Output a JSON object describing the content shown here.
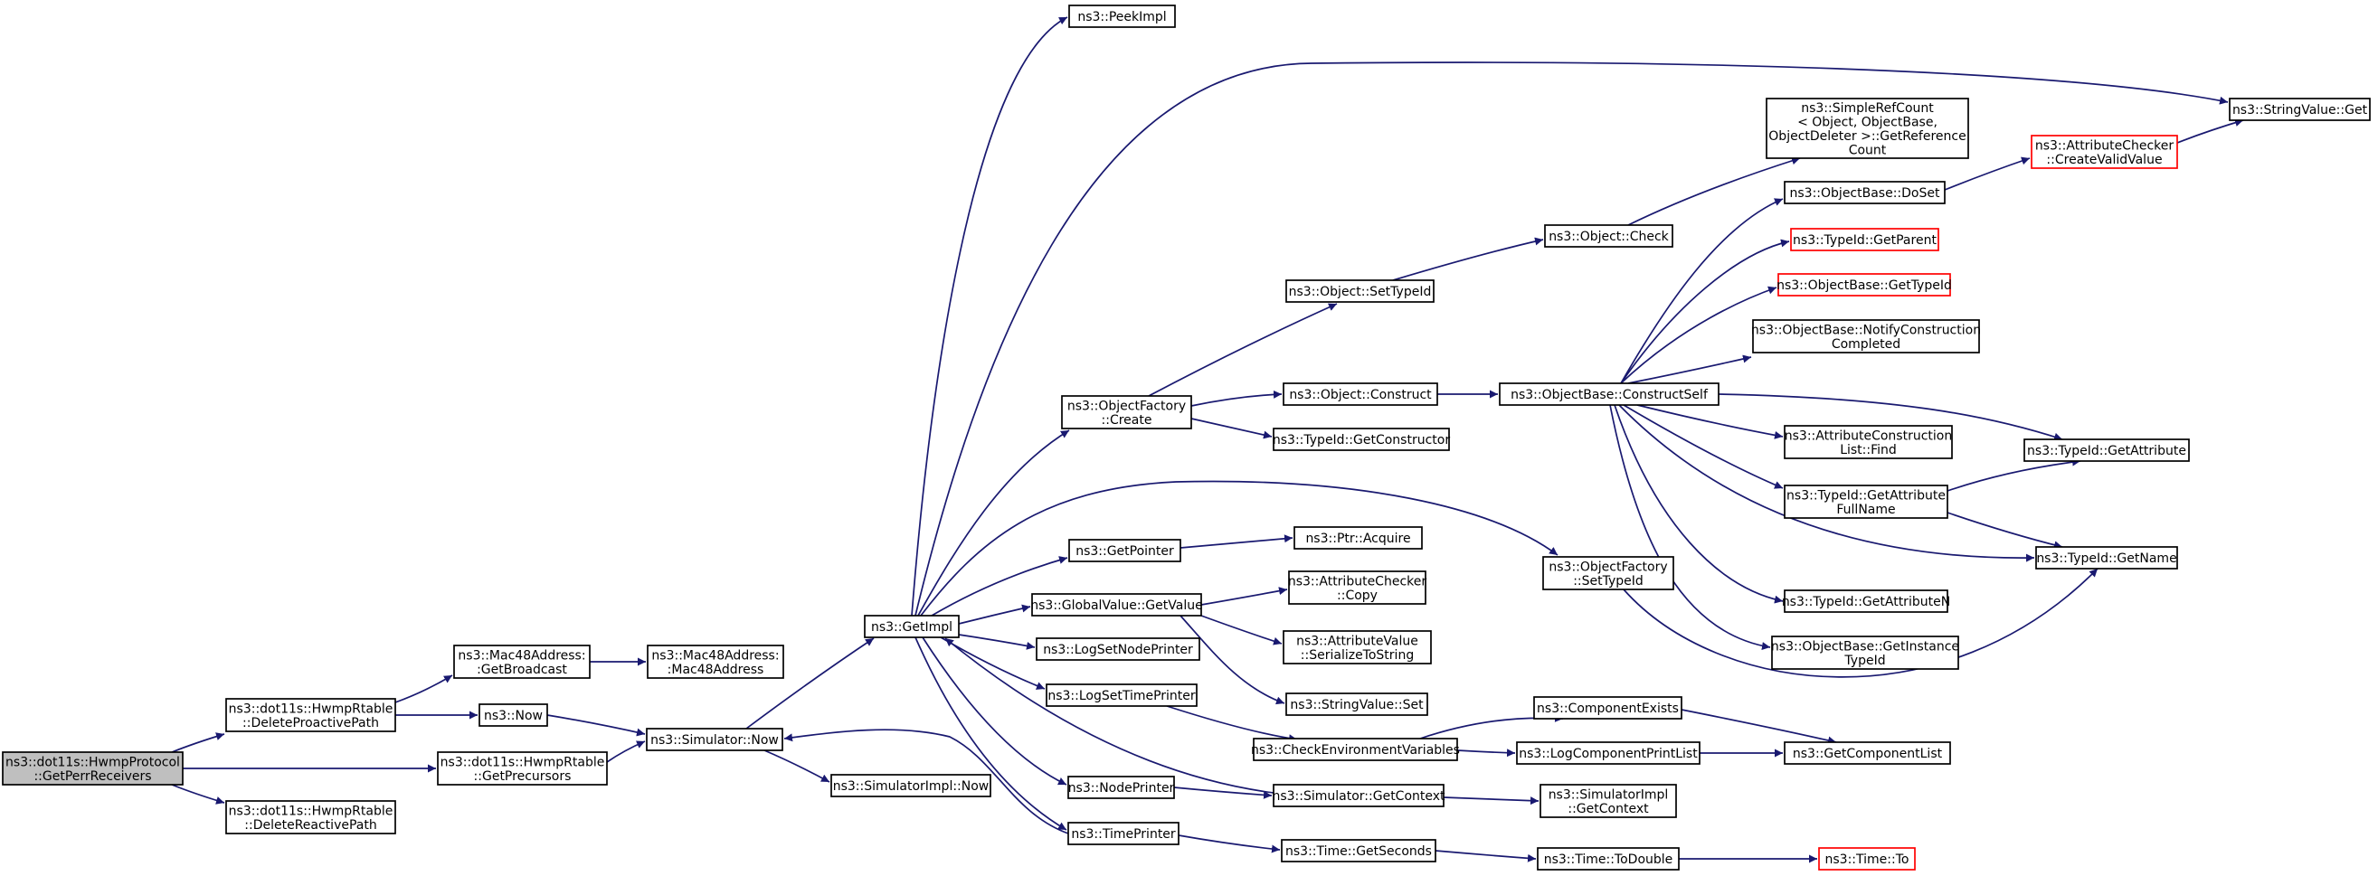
{
  "colors": {
    "edge": "#191970",
    "border": "#000000",
    "red_border": "#ff0000",
    "root_fill": "#bfbfbf"
  },
  "nodes": [
    {
      "id": "getperr",
      "lines": [
        "ns3::dot11s::HwmpProtocol",
        "::GetPerrReceivers"
      ],
      "root": true
    },
    {
      "id": "delpro",
      "lines": [
        "ns3::dot11s::HwmpRtable",
        "::DeleteProactivePath"
      ]
    },
    {
      "id": "getprec",
      "lines": [
        "ns3::dot11s::HwmpRtable",
        "::GetPrecursors"
      ]
    },
    {
      "id": "delreact",
      "lines": [
        "ns3::dot11s::HwmpRtable",
        "::DeleteReactivePath"
      ]
    },
    {
      "id": "getbcast",
      "lines": [
        "ns3::Mac48Address:",
        ":GetBroadcast"
      ]
    },
    {
      "id": "mac48",
      "lines": [
        "ns3::Mac48Address:",
        ":Mac48Address"
      ]
    },
    {
      "id": "now",
      "lines": [
        "ns3::Now"
      ]
    },
    {
      "id": "simnow",
      "lines": [
        "ns3::Simulator::Now"
      ]
    },
    {
      "id": "implnow",
      "lines": [
        "ns3::SimulatorImpl::Now"
      ]
    },
    {
      "id": "getimpl",
      "lines": [
        "ns3::GetImpl"
      ]
    },
    {
      "id": "peek",
      "lines": [
        "ns3::PeekImpl"
      ]
    },
    {
      "id": "ofcreate",
      "lines": [
        "ns3::ObjectFactory",
        "::Create"
      ]
    },
    {
      "id": "getptr",
      "lines": [
        "ns3::GetPointer"
      ]
    },
    {
      "id": "gvget",
      "lines": [
        "ns3::GlobalValue::GetValue"
      ]
    },
    {
      "id": "lognode",
      "lines": [
        "ns3::LogSetNodePrinter"
      ]
    },
    {
      "id": "logtime",
      "lines": [
        "ns3::LogSetTimePrinter"
      ]
    },
    {
      "id": "nodeprinter",
      "lines": [
        "ns3::NodePrinter"
      ]
    },
    {
      "id": "timeprinter",
      "lines": [
        "ns3::TimePrinter"
      ]
    },
    {
      "id": "objsettid",
      "lines": [
        "ns3::Object::SetTypeId"
      ]
    },
    {
      "id": "objconstruct",
      "lines": [
        "ns3::Object::Construct"
      ]
    },
    {
      "id": "tidctor",
      "lines": [
        "ns3::TypeId::GetConstructor"
      ]
    },
    {
      "id": "ptracq",
      "lines": [
        "ns3::Ptr::Acquire"
      ]
    },
    {
      "id": "accopy",
      "lines": [
        "ns3::AttributeChecker",
        "::Copy"
      ]
    },
    {
      "id": "avser",
      "lines": [
        "ns3::AttributeValue",
        "::SerializeToString"
      ]
    },
    {
      "id": "svset",
      "lines": [
        "ns3::StringValue::Set"
      ]
    },
    {
      "id": "checkenv",
      "lines": [
        "ns3::CheckEnvironmentVariables"
      ]
    },
    {
      "id": "simctx",
      "lines": [
        "ns3::Simulator::GetContext"
      ]
    },
    {
      "id": "getsec",
      "lines": [
        "ns3::Time::GetSeconds"
      ]
    },
    {
      "id": "objcheck",
      "lines": [
        "ns3::Object::Check"
      ]
    },
    {
      "id": "obconstructself",
      "lines": [
        "ns3::ObjectBase::ConstructSelf"
      ]
    },
    {
      "id": "ofsettid",
      "lines": [
        "ns3::ObjectFactory",
        "::SetTypeId"
      ]
    },
    {
      "id": "compexists",
      "lines": [
        "ns3::ComponentExists"
      ]
    },
    {
      "id": "logcompprint",
      "lines": [
        "ns3::LogComponentPrintList"
      ]
    },
    {
      "id": "implctx",
      "lines": [
        "ns3::SimulatorImpl",
        "::GetContext"
      ]
    },
    {
      "id": "todouble",
      "lines": [
        "ns3::Time::ToDouble"
      ]
    },
    {
      "id": "simplerefcount",
      "lines": [
        "ns3::SimpleRefCount",
        "< Object, ObjectBase,",
        "ObjectDeleter >::GetReference",
        "Count"
      ]
    },
    {
      "id": "obdoset",
      "lines": [
        "ns3::ObjectBase::DoSet"
      ]
    },
    {
      "id": "tidparent",
      "lines": [
        "ns3::TypeId::GetParent"
      ],
      "red": true
    },
    {
      "id": "obtid",
      "lines": [
        "ns3::ObjectBase::GetTypeId"
      ],
      "red": true
    },
    {
      "id": "obnotify",
      "lines": [
        "ns3::ObjectBase::NotifyConstruction",
        "Completed"
      ]
    },
    {
      "id": "aclfind",
      "lines": [
        "ns3::AttributeConstruction",
        "List::Find"
      ]
    },
    {
      "id": "tidattrfull",
      "lines": [
        "ns3::TypeId::GetAttribute",
        "FullName"
      ]
    },
    {
      "id": "tidattrn",
      "lines": [
        "ns3::TypeId::GetAttributeN"
      ]
    },
    {
      "id": "obinst",
      "lines": [
        "ns3::ObjectBase::GetInstance",
        "TypeId"
      ]
    },
    {
      "id": "getcomplist",
      "lines": [
        "ns3::GetComponentList"
      ]
    },
    {
      "id": "timeto",
      "lines": [
        "ns3::Time::To"
      ],
      "red": true
    },
    {
      "id": "svget",
      "lines": [
        "ns3::StringValue::Get"
      ]
    },
    {
      "id": "accreate",
      "lines": [
        "ns3::AttributeChecker",
        "::CreateValidValue"
      ],
      "red": true
    },
    {
      "id": "tidattr",
      "lines": [
        "ns3::TypeId::GetAttribute"
      ]
    },
    {
      "id": "tidname",
      "lines": [
        "ns3::TypeId::GetName"
      ]
    }
  ]
}
